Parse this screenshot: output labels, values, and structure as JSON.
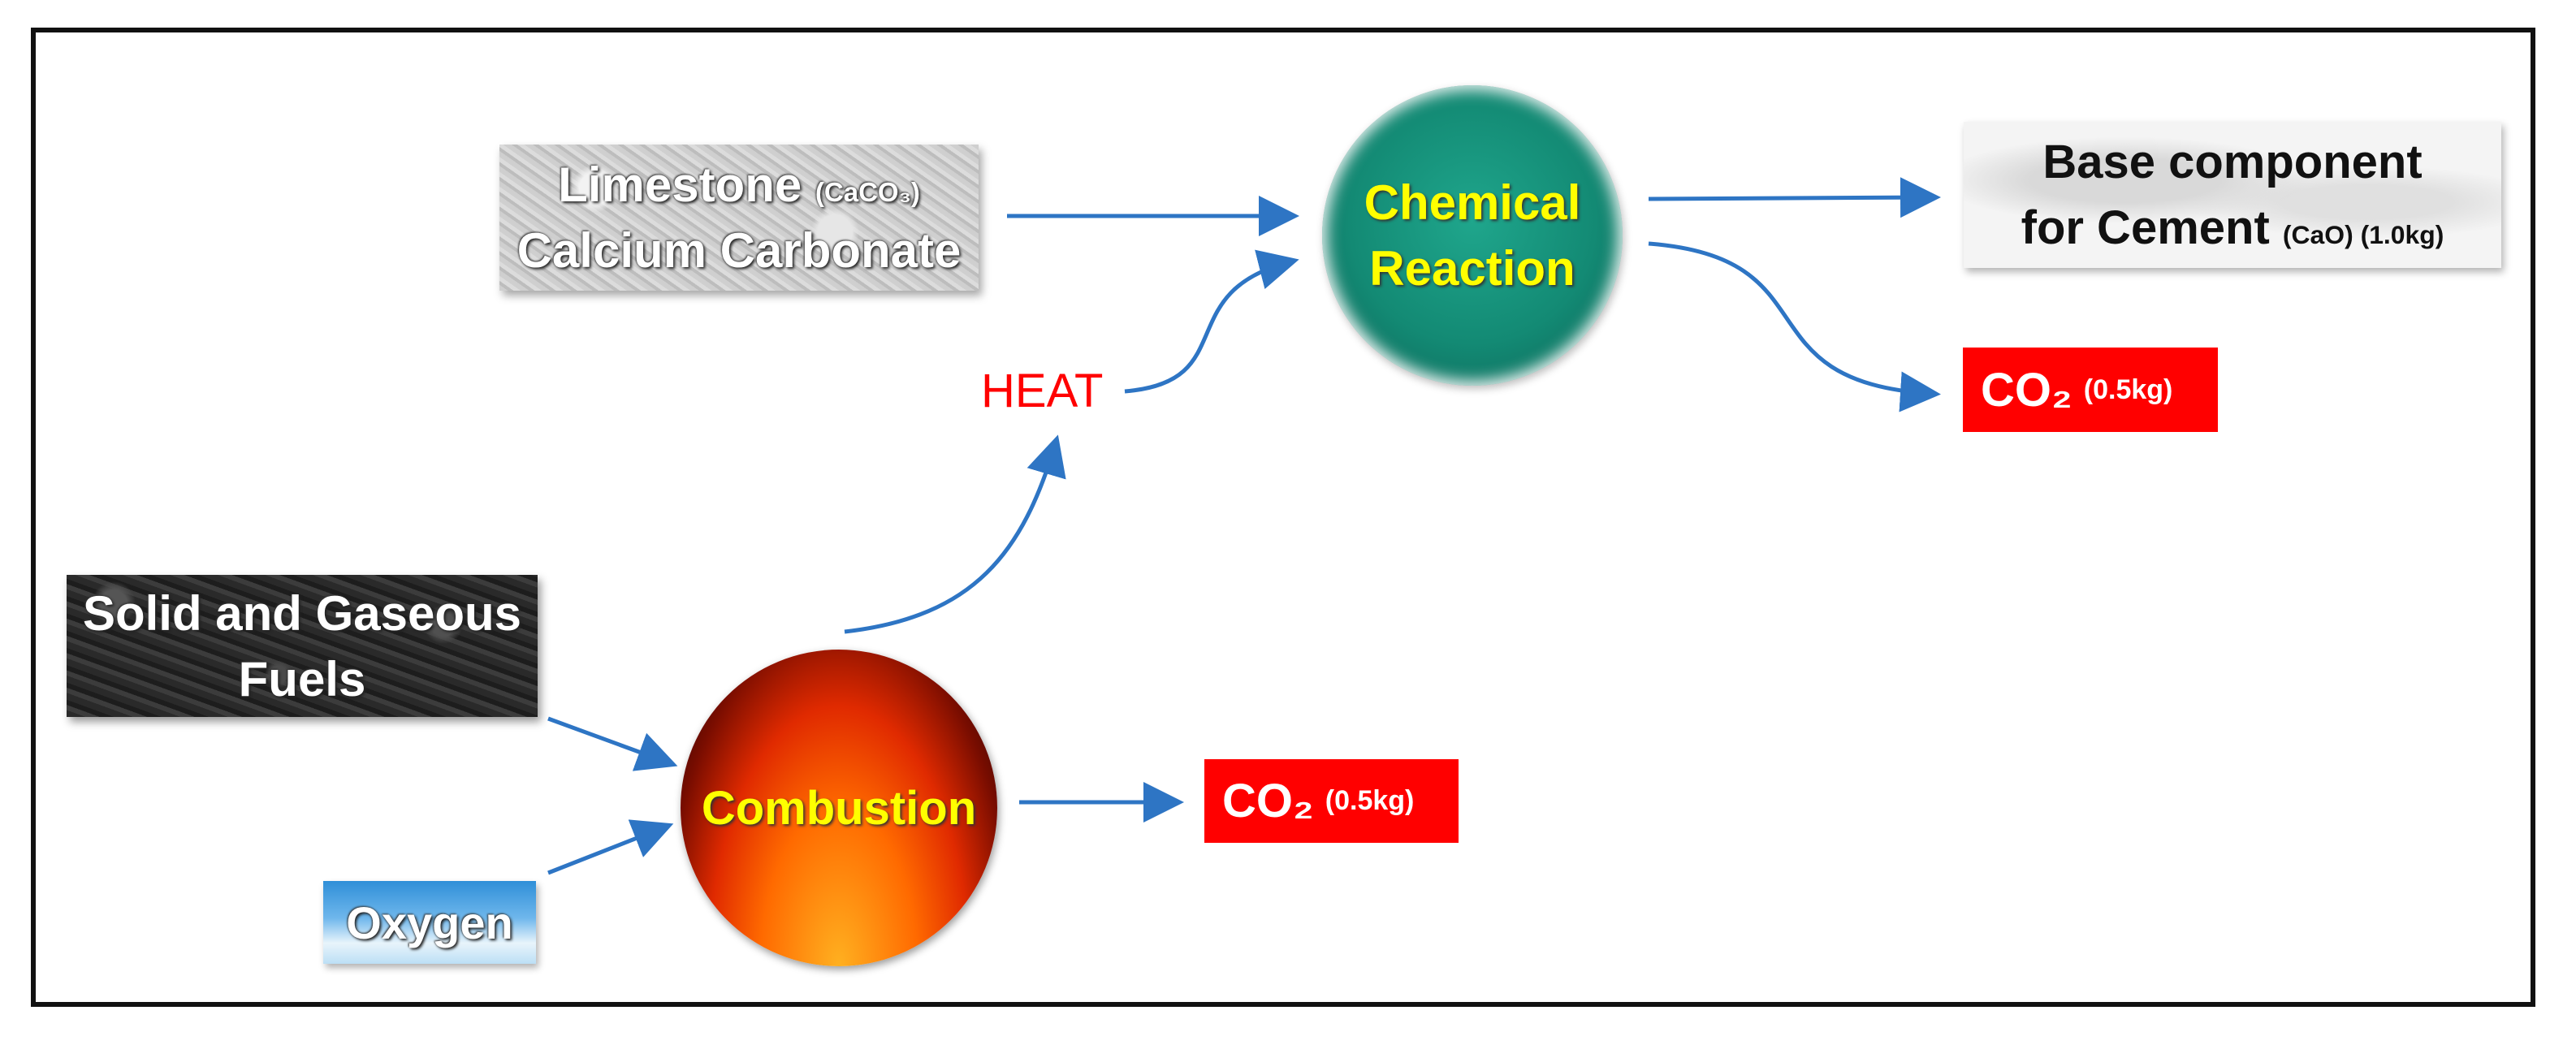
{
  "nodes": {
    "limestone": {
      "line1": "Limestone",
      "line1_sub": "(CaCO₃)",
      "line2": "Calcium Carbonate"
    },
    "fuels": {
      "line1": "Solid and Gaseous",
      "line2": "Fuels"
    },
    "oxygen": {
      "label": "Oxygen"
    },
    "reaction": {
      "line1": "Chemical",
      "line2": "Reaction"
    },
    "combustion": {
      "label": "Combustion"
    },
    "heat": {
      "label": "HEAT"
    },
    "base": {
      "line1": "Base component",
      "line2": "for Cement",
      "line2_sub": "(CaO) (1.0kg)"
    },
    "co2_reaction": {
      "formula": "CO₂",
      "amount": "(0.5kg)"
    },
    "co2_combustion": {
      "formula": "CO₂",
      "amount": "(0.5kg)"
    }
  },
  "colors": {
    "arrow": "#2e75c4",
    "co2_box": "#ff0000",
    "heat_text": "#ff0000",
    "circle_text": "#ffff00"
  }
}
